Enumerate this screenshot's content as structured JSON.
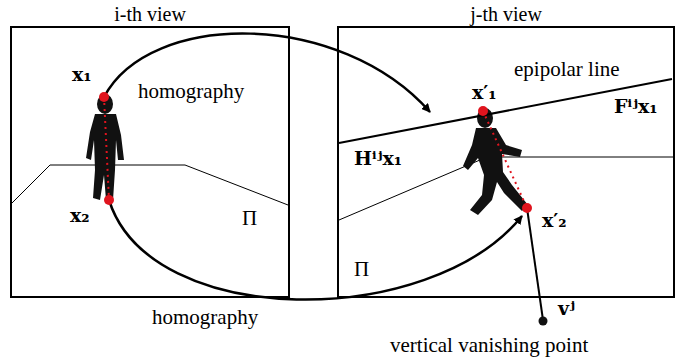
{
  "diagram": {
    "nodes": [
      {
        "text": [
          "i-th view"
        ]
      },
      {
        "text": [
          "j-th view"
        ]
      }
    ],
    "labels": [
      "x₁",
      "homography",
      "x₂",
      "Π",
      "epipolar line",
      "x′₁",
      "Hⁱʲx₁",
      "Fⁱʲx₁",
      "Π",
      "x′₂",
      "homography",
      "vʲ",
      "vertical vanishing point"
    ]
  }
}
